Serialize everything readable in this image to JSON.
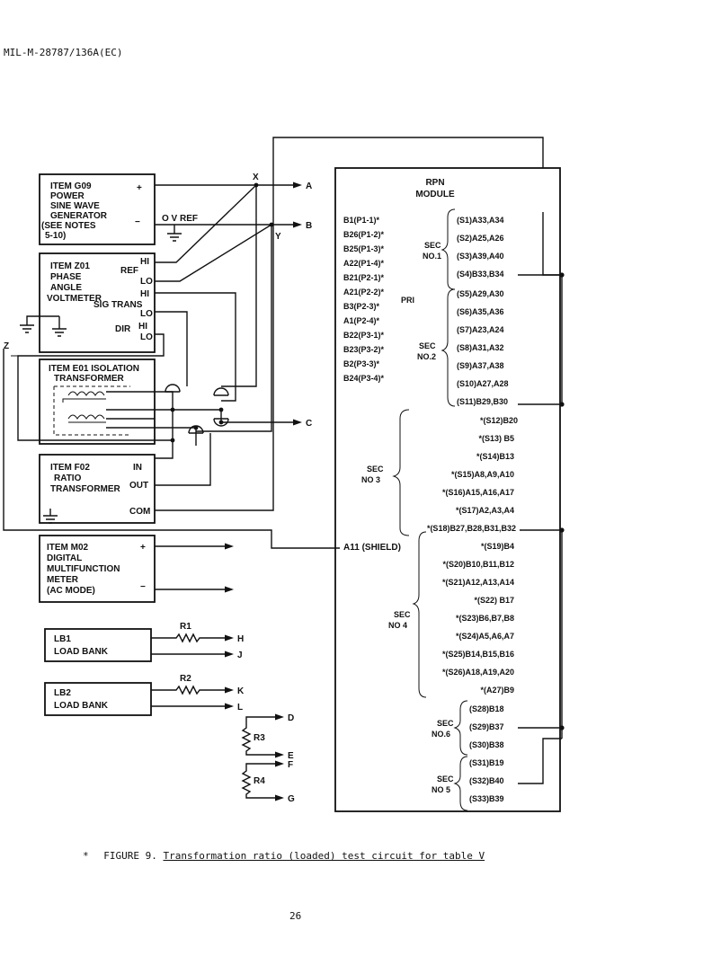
{
  "doc_id": "MIL-M-28787/136A(EC)",
  "page_number": "26",
  "caption": {
    "lead": "*",
    "figure": "FIGURE 9.",
    "text": "Transformation ratio (loaded) test circuit for table V"
  },
  "equipment": {
    "g09": {
      "lines": [
        "ITEM G09",
        "POWER",
        "SINE WAVE",
        "GENERATOR",
        "(SEE NOTES",
        " 5-10)"
      ],
      "plus": "+",
      "minus": "−"
    },
    "zero_ref": "O V REF",
    "z01": {
      "lines": [
        "ITEM Z01",
        "PHASE",
        "ANGLE",
        "VOLTMETER"
      ],
      "ref": "REF",
      "hi_1": "HI",
      "lo_1": "LO",
      "hi_2": "HI",
      "sig_trans": "SIG TRANS",
      "lo_2": "LO",
      "dir": "DIR",
      "hi_3": "HI",
      "lo_3": "LO"
    },
    "e01": {
      "lines": [
        "ITEM E01 ISOLATION",
        "TRANSFORMER"
      ]
    },
    "f02": {
      "lines": [
        "ITEM F02",
        "RATIO",
        "TRANSFORMER"
      ],
      "in": "IN",
      "out": "OUT",
      "com": "COM"
    },
    "m02": {
      "lines": [
        "ITEM M02",
        "DIGITAL",
        "MULTIFUNCTION",
        "METER",
        "(AC MODE)"
      ],
      "plus": "+",
      "minus": "−"
    },
    "lb1": {
      "lines": [
        "LB1",
        "LOAD BANK"
      ]
    },
    "lb2": {
      "lines": [
        "LB2",
        "LOAD BANK"
      ]
    },
    "r1": "R1",
    "r2": "R2",
    "r3": "R3",
    "r4": "R4"
  },
  "nodes": {
    "a": "A",
    "b": "B",
    "c": "C",
    "d": "D",
    "e": "E",
    "f": "F",
    "g": "G",
    "h": "H",
    "j": "J",
    "k": "K",
    "l": "L",
    "x": "X",
    "y": "Y",
    "z": "Z"
  },
  "module": {
    "title_1": "RPN",
    "title_2": "MODULE",
    "primary": [
      "B1(P1-1)*",
      "B26(P1-2)*",
      "B25(P1-3)*",
      "A22(P1-4)*",
      "B21(P2-1)*",
      "A21(P2-2)*",
      "B3(P2-3)*",
      "A1(P2-4)*",
      "B22(P3-1)*",
      "B23(P3-2)*",
      "B2(P3-3)*",
      "B24(P3-4)*"
    ],
    "pri_label": "PRI",
    "shield": "A11 (SHIELD)",
    "sec1": {
      "label_1": "SEC",
      "label_2": "NO.1",
      "rows": [
        "(S1)A33,A34",
        "(S2)A25,A26",
        "(S3)A39,A40",
        "(S4)B33,B34"
      ]
    },
    "sec2": {
      "label_1": "SEC",
      "label_2": "NO.2",
      "rows": [
        "(S5)A29,A30",
        "(S6)A35,A36",
        "(S7)A23,A24",
        "(S8)A31,A32",
        "(S9)A37,A38",
        "(S10)A27,A28",
        "(S11)B29,B30"
      ]
    },
    "sec3": {
      "label_1": "SEC",
      "label_2": "NO 3",
      "rows": [
        "*(S12)B20",
        "*(S13) B5",
        "*(S14)B13",
        "*(S15)A8,A9,A10",
        "*(S16)A15,A16,A17",
        "*(S17)A2,A3,A4",
        "*(S18)B27,B28,B31,B32"
      ]
    },
    "sec4": {
      "label_1": "SEC",
      "label_2": "NO 4",
      "rows": [
        "*(S19)B4",
        "*(S20)B10,B11,B12",
        "*(S21)A12,A13,A14",
        "*(S22) B17",
        "*(S23)B6,B7,B8",
        "*(S24)A5,A6,A7",
        "*(S25)B14,B15,B16",
        "*(S26)A18,A19,A20",
        "*(A27)B9"
      ]
    },
    "sec6": {
      "label_1": "SEC",
      "label_2": "NO.6",
      "rows": [
        "(S28)B18",
        "(S29)B37",
        "(S30)B38"
      ]
    },
    "sec5": {
      "label_1": "SEC",
      "label_2": "NO 5",
      "rows": [
        "(S31)B19",
        "(S32)B40",
        "(S33)B39"
      ]
    }
  }
}
